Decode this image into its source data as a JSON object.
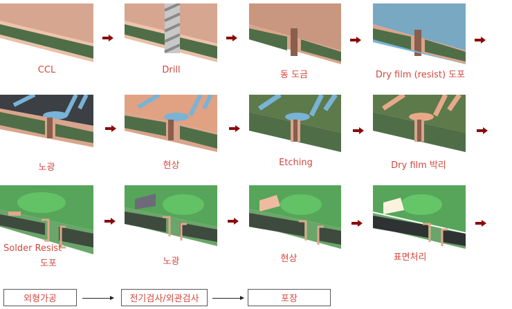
{
  "title": "PCB manufacturing process flow",
  "colors": {
    "label": "#d4463c",
    "arrow": "#8b0a0a",
    "copper": "#d9a58c",
    "laminate": "#4f6e48",
    "dry_film": "#79b3d6",
    "solder_resist": "#5fbf63",
    "flow_border": "#555555"
  },
  "steps": [
    {
      "label": "CCL",
      "image": "copper-clad-laminate-illustration"
    },
    {
      "label": "Drill",
      "image": "drill-bit-illustration"
    },
    {
      "label": "동 도금",
      "image": "copper-plating-illustration"
    },
    {
      "label": "Dry film (resist) 도포",
      "image": "dry-film-coating-illustration"
    },
    {
      "label": "노광",
      "image": "exposure-illustration"
    },
    {
      "label": "현상",
      "image": "development-illustration"
    },
    {
      "label": "Etching",
      "image": "etching-illustration"
    },
    {
      "label": "Dry film 박리",
      "image": "dry-film-strip-illustration"
    },
    {
      "label_line1": "Solder Resist",
      "label_line2": "도포",
      "image": "solder-resist-coating-illustration"
    },
    {
      "label": "노광",
      "image": "sr-exposure-illustration"
    },
    {
      "label": "현상",
      "image": "sr-development-illustration"
    },
    {
      "label": "표면처리",
      "image": "surface-finish-illustration"
    }
  ],
  "flow": [
    {
      "label": "외형가공"
    },
    {
      "label": "전기검사/외관검사"
    },
    {
      "label": "포장"
    }
  ]
}
